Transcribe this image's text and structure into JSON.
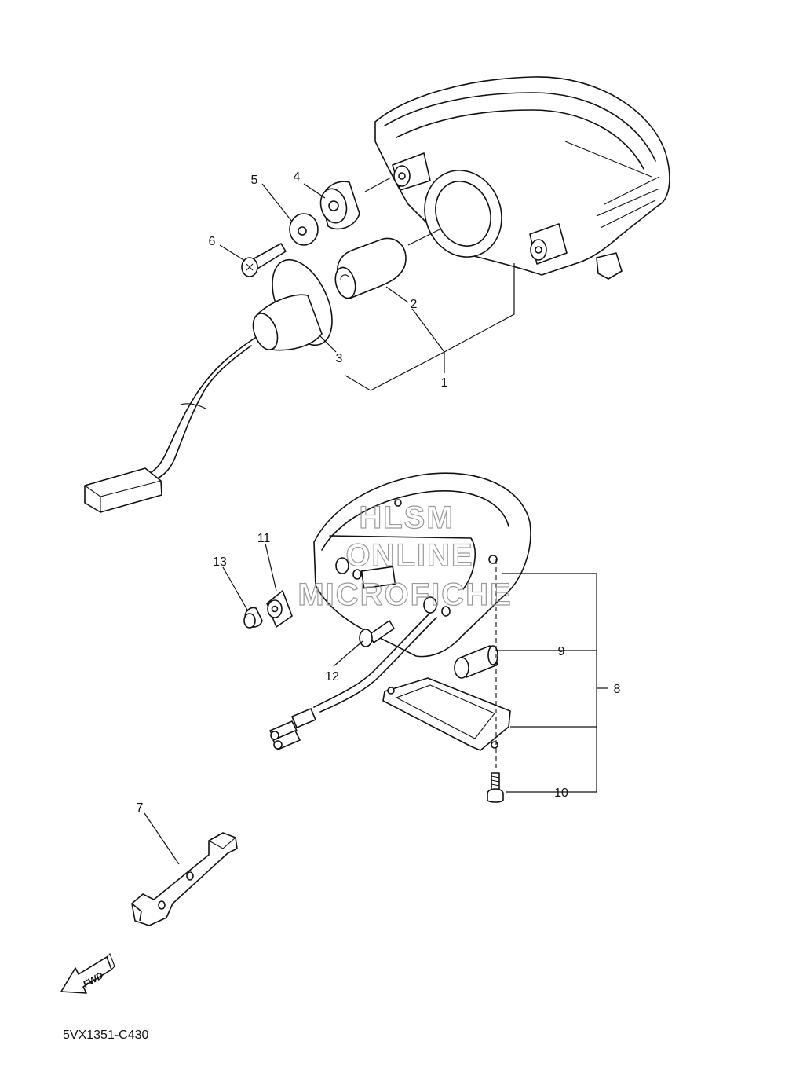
{
  "callouts": [
    {
      "id": "1",
      "label": "1"
    },
    {
      "id": "2",
      "label": "2"
    },
    {
      "id": "3",
      "label": "3"
    },
    {
      "id": "4",
      "label": "4"
    },
    {
      "id": "5",
      "label": "5"
    },
    {
      "id": "6",
      "label": "6"
    },
    {
      "id": "7",
      "label": "7"
    },
    {
      "id": "8",
      "label": "8"
    },
    {
      "id": "9",
      "label": "9"
    },
    {
      "id": "10",
      "label": "10"
    },
    {
      "id": "11",
      "label": "11"
    },
    {
      "id": "12",
      "label": "12"
    },
    {
      "id": "13",
      "label": "13"
    }
  ],
  "watermark": {
    "line1": "HLSM",
    "line2": "ONLINE",
    "line3": "MICROFICHE"
  },
  "direction_arrow": {
    "label": "FWD",
    "icon": "fwd-arrow-icon"
  },
  "diagram_code": "5VX1351-C430"
}
